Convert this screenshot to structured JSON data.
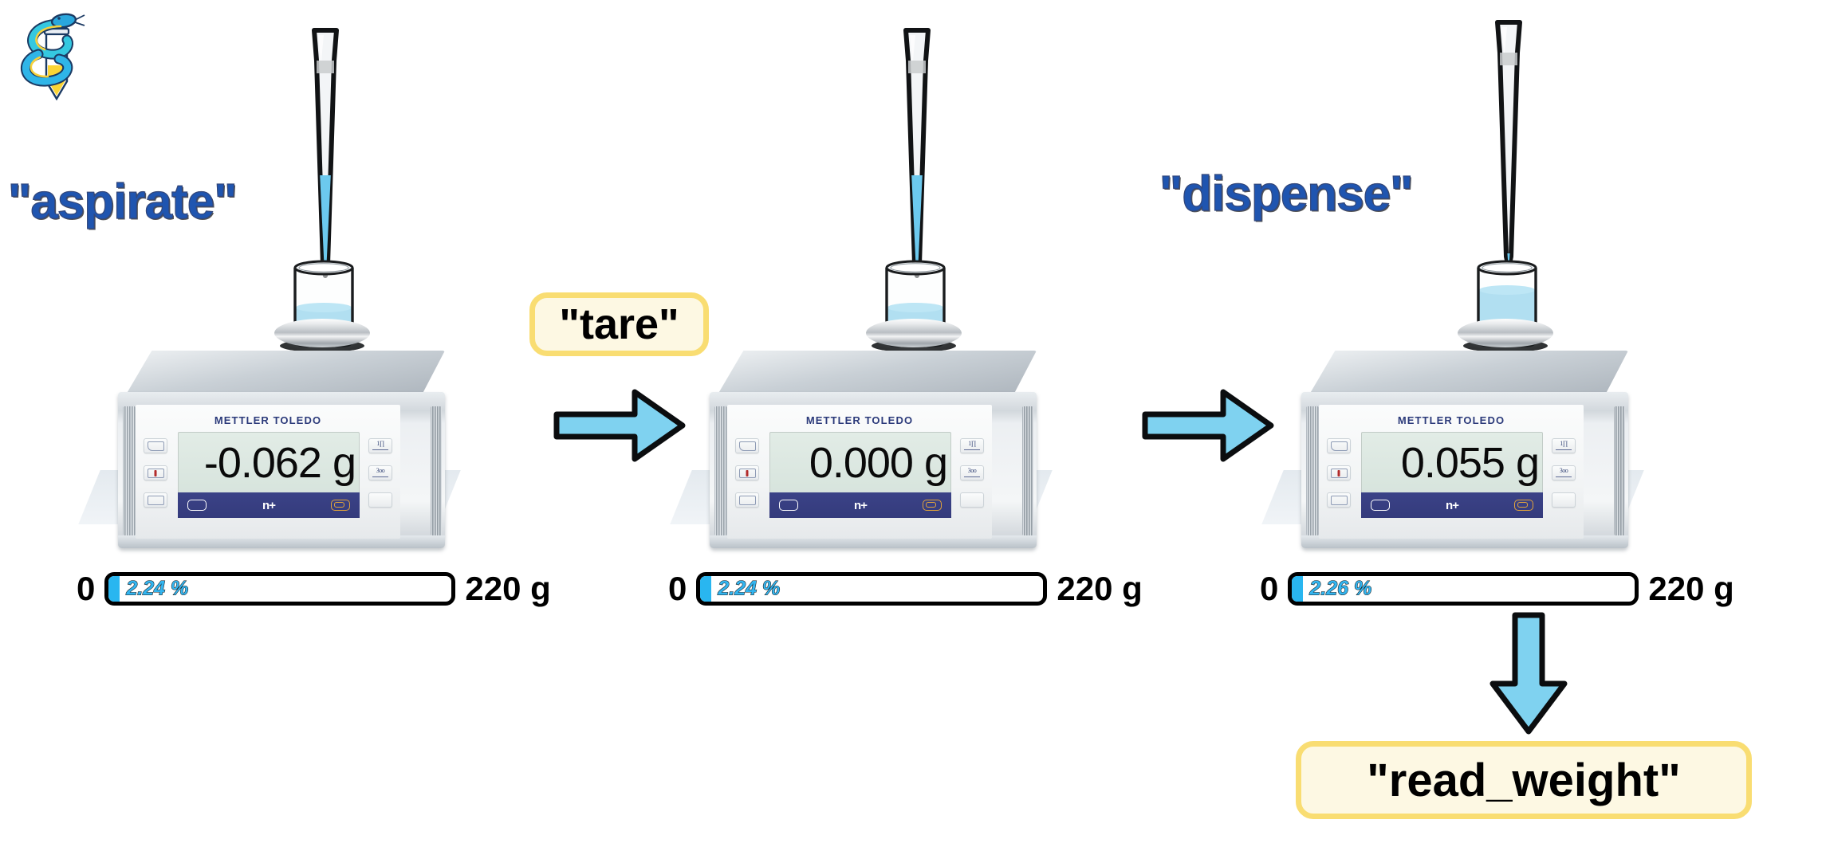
{
  "logo": {
    "name": "lab-snake-tube-logo",
    "alt": "snake coiled around test tube"
  },
  "colors": {
    "accent_blue": "#1f55b0",
    "arrow_blue": "#7fd2f0",
    "progress_blue": "#29b6f0",
    "progress_text_blue": "#33b5f0",
    "callout_fill": "#fdf8e3",
    "callout_border": "#f9dd72",
    "lcd_green": "#dde9e2",
    "statusbar_navy": "#3b4287",
    "brand_navy": "#2b3a7a",
    "liquid_blue": "#9ed8ee"
  },
  "steps": [
    {
      "id": "step-aspirate",
      "action_label": "\"aspirate\"",
      "balance": {
        "brand": "METTLER TOLEDO",
        "reading": "-0.062 g",
        "status_mid": "n+",
        "soft_keys_left": [
          "tab-key",
          "calibrate-key",
          "blank-key"
        ],
        "soft_keys_right": [
          "unit-key",
          "print-key",
          "blank-key"
        ]
      },
      "progress": {
        "min_label": "0",
        "max_label": "220 g",
        "value_label": "2.24 %",
        "percent": 2.24
      },
      "pipette_fill_percent": 42,
      "beaker_fill_percent": 38
    },
    {
      "id": "step-tare",
      "action_label": "",
      "balance": {
        "brand": "METTLER TOLEDO",
        "reading": "0.000 g",
        "status_mid": "n+",
        "soft_keys_left": [
          "tab-key",
          "calibrate-key",
          "blank-key"
        ],
        "soft_keys_right": [
          "unit-key",
          "print-key",
          "blank-key"
        ]
      },
      "progress": {
        "min_label": "0",
        "max_label": "220 g",
        "value_label": "2.24 %",
        "percent": 2.24
      },
      "pipette_fill_percent": 42,
      "beaker_fill_percent": 38
    },
    {
      "id": "step-dispense",
      "action_label": "\"dispense\"",
      "balance": {
        "brand": "METTLER TOLEDO",
        "reading": "0.055 g",
        "status_mid": "n+",
        "soft_keys_left": [
          "tab-key",
          "calibrate-key",
          "blank-key"
        ],
        "soft_keys_right": [
          "unit-key",
          "print-key",
          "blank-key"
        ]
      },
      "progress": {
        "min_label": "0",
        "max_label": "220 g",
        "value_label": "2.26 %",
        "percent": 2.26
      },
      "pipette_fill_percent": 2,
      "beaker_fill_percent": 62
    }
  ],
  "callouts": {
    "tare": "\"tare\"",
    "read_weight": "\"read_weight\""
  },
  "arrows": {
    "step1_to_step2": "arrow-right-icon",
    "step2_to_step3": "arrow-right-icon",
    "step3_to_readout": "arrow-down-icon"
  }
}
